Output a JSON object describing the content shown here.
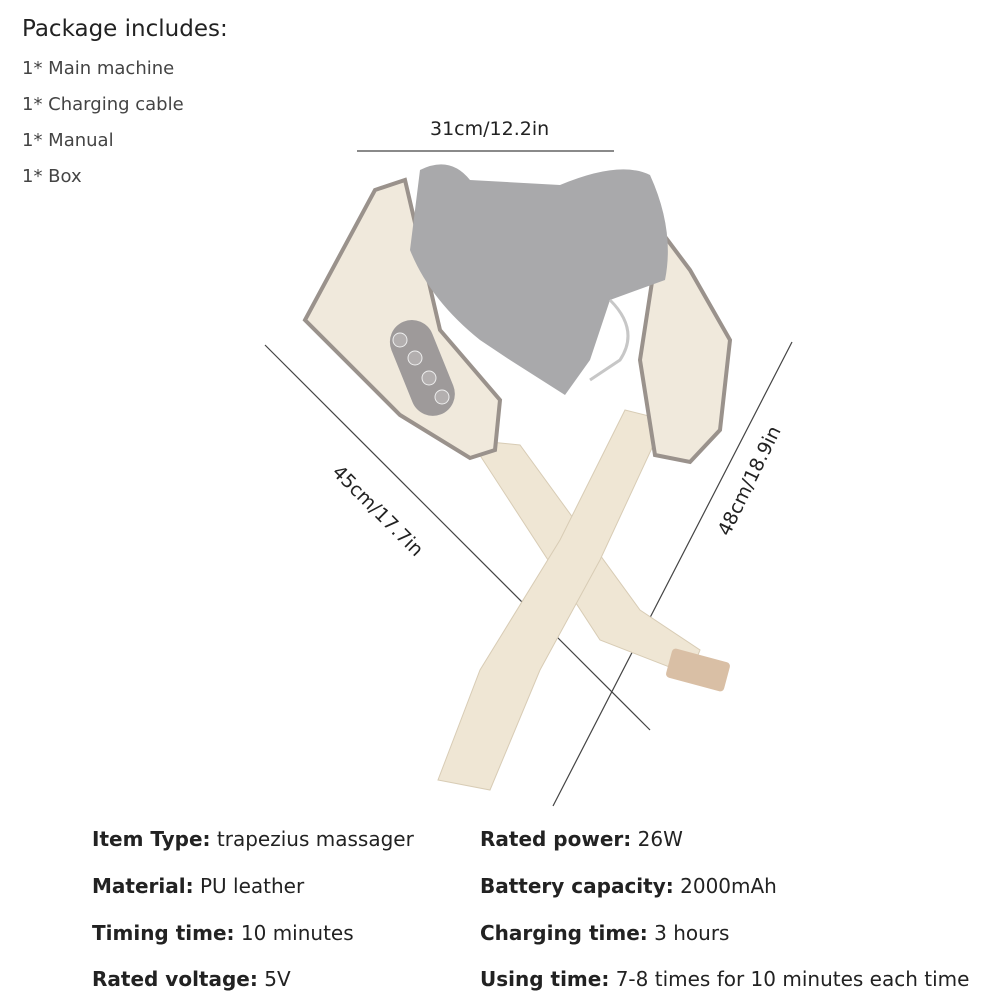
{
  "package": {
    "title": "Package includes:",
    "items": [
      "1* Main machine",
      "1* Charging cable",
      "1* Manual",
      "1* Box"
    ]
  },
  "dimensions": {
    "width": "31cm/12.2in",
    "diagonal": "45cm/17.7in",
    "height": "48cm/18.9in"
  },
  "specs": {
    "left": [
      {
        "label": "Item Type:",
        "value": " trapezius massager"
      },
      {
        "label": "Material:",
        "value": " PU leather"
      },
      {
        "label": "Timing time:",
        "value": " 10 minutes"
      },
      {
        "label": "Rated voltage:",
        "value": " 5V"
      }
    ],
    "right": [
      {
        "label": "Rated power:",
        "value": " 26W"
      },
      {
        "label": "Battery capacity:",
        "value": " 2000mAh"
      },
      {
        "label": "Charging time:",
        "value": " 3 hours"
      },
      {
        "label": "Using time:",
        "value": " 7-8 times for 10 minutes each time"
      }
    ]
  },
  "colors": {
    "body": "#efe8da",
    "fabric": "#a9a9ab",
    "trim": "#9a928c",
    "panel": "#9e9a9a"
  }
}
